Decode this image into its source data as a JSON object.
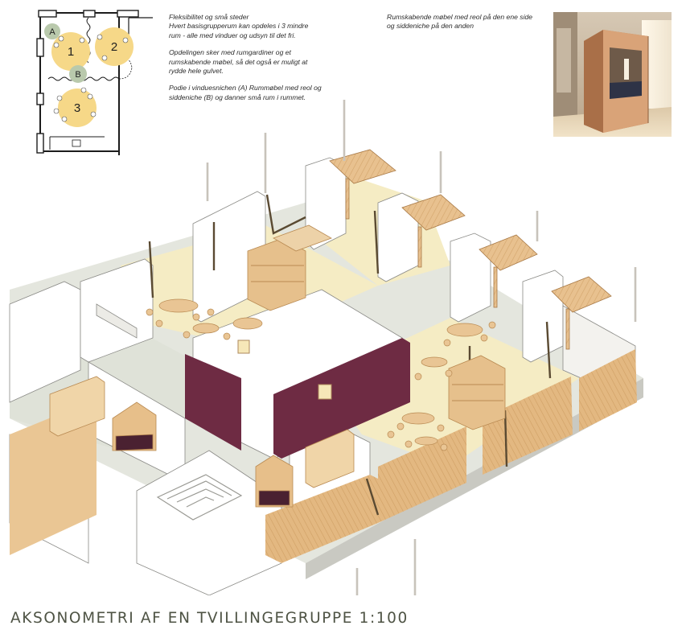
{
  "plan": {
    "zones": [
      {
        "label": "1"
      },
      {
        "label": "2"
      },
      {
        "label": "3"
      }
    ],
    "niches": [
      {
        "label": "A"
      },
      {
        "label": "B"
      }
    ],
    "colors": {
      "zone": "#f6d888",
      "niche": "#b9c9ac",
      "wall": "#1c1c1c"
    }
  },
  "caption_left": {
    "title": "Fleksibilitet og små steder",
    "line1": "Hvert basisgrupperum kan opdeles i 3 mindre",
    "line2": "rum - alle med vinduer og udsyn til det fri.",
    "p2_line1": "Opdelingen sker med rumgardiner og et",
    "p2_line2": "rumskabende møbel, så det også er muligt at",
    "p2_line3": "rydde hele gulvet.",
    "p3_line1": "Podie i vinduesnichen (A) Rummøbel med reol og",
    "p3_line2": "siddeniche (B) og danner små rum i rummet."
  },
  "caption_right": {
    "line1": "Rumskabende møbel med reol på den ene side",
    "line2": "og siddeniche på den anden"
  },
  "axonometry": {
    "colors": {
      "floor": "#f5ecc4",
      "corridor": "#dfe2d8",
      "wall": "#ffffff",
      "wall_shade": "#ecebe6",
      "wood": "#e3b881",
      "wood_dark": "#b98a52",
      "plum": "#6e2b43"
    }
  },
  "title": "AKSONOMETRI AF EN TVILLINGEGRUPPE 1:100"
}
